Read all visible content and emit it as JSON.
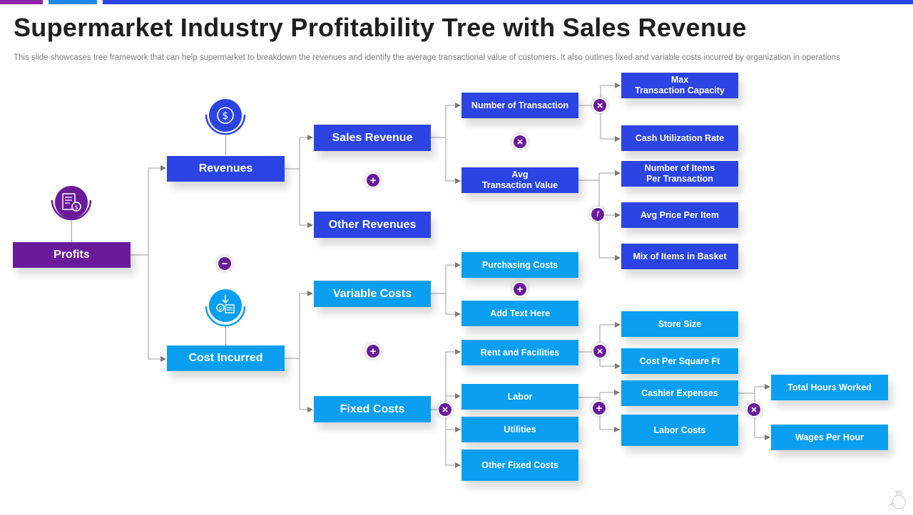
{
  "title": "Supermarket Industry Profitability Tree with Sales Revenue",
  "subtitle": "This slide showcases tree framework that can help supermarket to breakdown the revenues and identify the average transactional value of customers. It also outlines fixed and variable costs incurred by organization in operations",
  "colors": {
    "purple": "#6a1b9a",
    "blue": "#2b44e3",
    "cyan": "#0a9ff0",
    "bar_purple": "#8e24aa",
    "bar_blue": "#1e88e5"
  },
  "nodes": {
    "profits": "Profits",
    "revenues": "Revenues",
    "cost_incurred": "Cost Incurred",
    "sales_revenue": "Sales Revenue",
    "other_revenues": "Other Revenues",
    "variable_costs": "Variable Costs",
    "fixed_costs": "Fixed Costs",
    "number_of_transaction": "Number of Transaction",
    "avg_transaction_value": "Avg\nTransaction Value",
    "purchasing_costs": "Purchasing Costs",
    "add_text_here": "Add  Text Here",
    "rent_and_facilities": "Rent and Facilities",
    "labor": "Labor",
    "utilities": "Utilities",
    "other_fixed_costs": "Other Fixed Costs",
    "max_transaction_capacity": "Max\nTransaction Capacity",
    "cash_utilization_rate": "Cash Utilization Rate",
    "number_of_items_per_transaction": "Number of Items\nPer Transaction",
    "avg_price_per_item": "Avg Price Per Item",
    "mix_of_items_in_basket": "Mix of Items in Basket",
    "store_size": "Store Size",
    "cost_per_square_ft": "Cost Per Square Ft",
    "cashier_expenses": "Cashier Expenses",
    "labor_costs": "Labor Costs",
    "total_hours_worked": "Total Hours Worked",
    "wages_per_hour": "Wages Per Hour"
  },
  "operators": {
    "minus": "−",
    "plus": "+",
    "times": "×",
    "function": "f"
  },
  "icons": {
    "profits": "invoice-money-icon",
    "revenues": "dollar-coin-icon",
    "cost_incurred": "money-down-icon",
    "corner": "money-bag-icon"
  }
}
